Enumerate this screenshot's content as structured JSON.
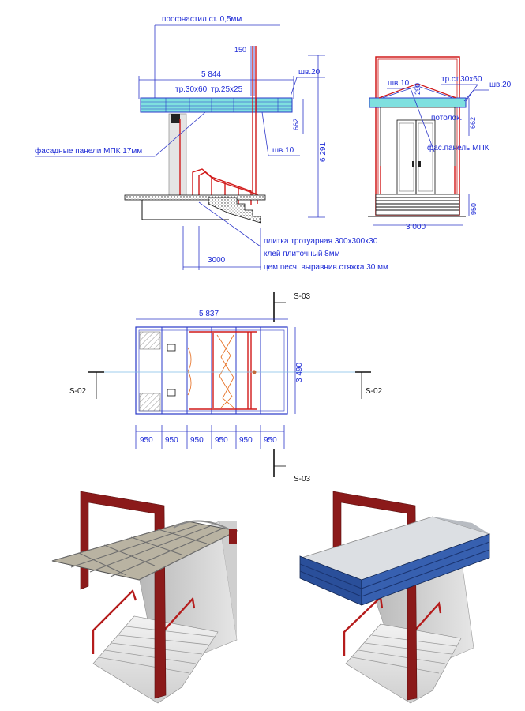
{
  "elevation": {
    "labels": {
      "roofing": "профнастил ст. 0,5мм",
      "dim_150": "150",
      "dim_5844": "5 844",
      "weld_20": "шв.20",
      "tube_30x60": "тр.30х60",
      "tube_25x25": "тр.25х25",
      "dim_662": "662",
      "dim_6291": "6 291",
      "facade_panels": "фасадные панели МПК 17мм",
      "weld_10": "шв.10",
      "dim_3000": "3000"
    },
    "notes": [
      "плитка тротуарная 300х300х30",
      "клей плиточный 8мм",
      "цем.песч. выравнив.стяжка 30 мм"
    ]
  },
  "front": {
    "labels": {
      "weld_10": "шв.10",
      "dim_290": "290",
      "tube_30x60": "тр.ст.30х60",
      "weld_20": "шв.20",
      "ceiling": "потолок.",
      "facade_panel": "фас.панель МПК",
      "dim_662": "662",
      "dim_950": "950",
      "dim_3000": "3 000"
    }
  },
  "plan": {
    "labels": {
      "section_s03": "S-03",
      "section_s02": "S-02",
      "dim_5837": "5 837",
      "dim_3490": "3 490"
    },
    "bays": [
      "950",
      "950",
      "950",
      "950",
      "950",
      "950"
    ]
  },
  "views": {
    "left_render": "frame-render",
    "right_render": "clad-render"
  },
  "colors": {
    "dimension_blue": "#2a38c8",
    "frame_red": "#d11a1a",
    "render_frame": "#8b1a1a",
    "cladding_blue": "#2a4f9a",
    "panel_cyan": "#7fe0df"
  }
}
